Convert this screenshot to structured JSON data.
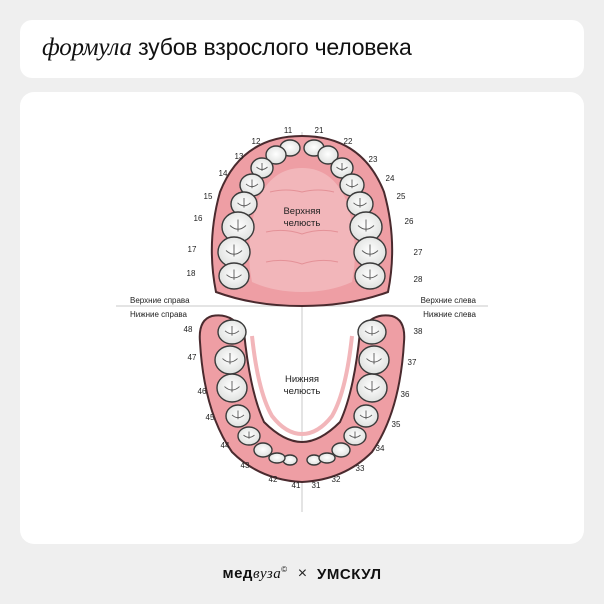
{
  "title": {
    "script_part": "формула",
    "rest": "зубов взрослого человека"
  },
  "jaw_labels": {
    "upper": [
      "Верхняя",
      "челюсть"
    ],
    "lower": [
      "Нижняя",
      "челюсть"
    ],
    "upper_right": "Верхние справа",
    "upper_left": "Верхние слева",
    "lower_right": "Нижние справа",
    "lower_left": "Нижние слева"
  },
  "upper_right_teeth": [
    "11",
    "12",
    "13",
    "14",
    "15",
    "16",
    "17",
    "18"
  ],
  "upper_left_teeth": [
    "21",
    "22",
    "23",
    "24",
    "25",
    "26",
    "27",
    "28"
  ],
  "lower_left_teeth": [
    "31",
    "32",
    "33",
    "34",
    "35",
    "36",
    "37",
    "38"
  ],
  "lower_right_teeth": [
    "41",
    "42",
    "43",
    "44",
    "45",
    "46",
    "47",
    "48"
  ],
  "footer": {
    "brand1_bold": "мед",
    "brand1_italic": "вуза",
    "brand1_reg": "©",
    "times": "×",
    "brand2": "УМСКУЛ"
  },
  "colors": {
    "gum": "#ee9ea4",
    "gum_outline": "#4a2a2e",
    "palate": "#f2b6ba",
    "tooth": "#f4f4f2",
    "divider": "#c8c8c8"
  }
}
